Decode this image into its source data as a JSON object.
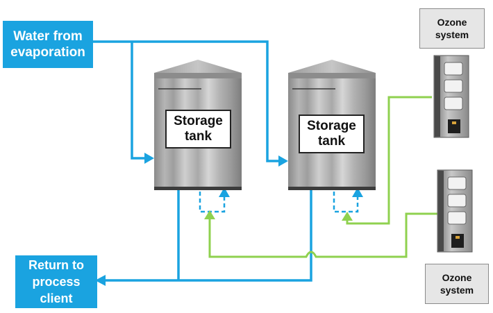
{
  "inputs": {
    "water_from_evaporation": [
      "Water from",
      "evaporation"
    ]
  },
  "outputs": {
    "return_to_process_client": [
      "Return to",
      "process",
      "client"
    ]
  },
  "tanks": [
    {
      "label": [
        "Storage",
        "tank"
      ]
    },
    {
      "label": [
        "Storage",
        "tank"
      ]
    }
  ],
  "ozone_systems": [
    {
      "label": [
        "Ozone",
        "system"
      ]
    },
    {
      "label": [
        "Ozone",
        "system"
      ]
    }
  ],
  "colors": {
    "water_line": "#1aa3e0",
    "ozone_line": "#8fd14f",
    "tank_body": "#b0b0b0",
    "label_box": "#e6e6e6"
  },
  "icons": {
    "tank": "storage-tank-icon",
    "ozone_unit": "ozone-generator-icon",
    "arrow": "flow-arrow-icon"
  }
}
